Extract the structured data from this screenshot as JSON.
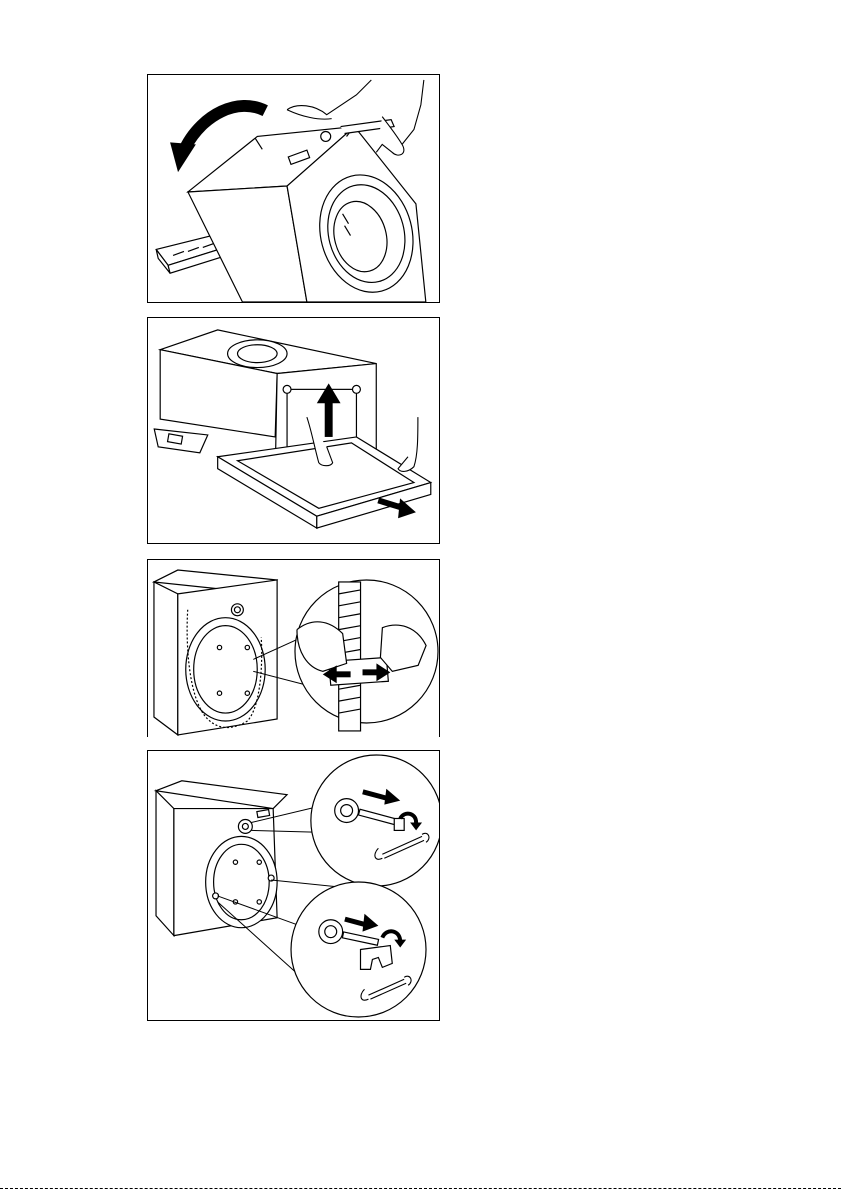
{
  "document": {
    "figures": [
      {
        "id": "fig-tilt-machine",
        "icons": [
          "curved-arrow-icon",
          "hands-icon",
          "washing-machine-icon"
        ]
      },
      {
        "id": "fig-remove-base",
        "icons": [
          "up-arrow-icon",
          "out-arrow-icon",
          "polystyrene-base-icon"
        ]
      },
      {
        "id": "fig-release-hose",
        "icons": [
          "hose-clip-icon",
          "push-arrows-icon"
        ]
      },
      {
        "id": "fig-remove-bolts",
        "icons": [
          "bolt-icon",
          "rotate-arrow-icon",
          "spanner-icon"
        ]
      }
    ],
    "colors": {
      "ink": "#000000",
      "paper": "#ffffff"
    }
  }
}
